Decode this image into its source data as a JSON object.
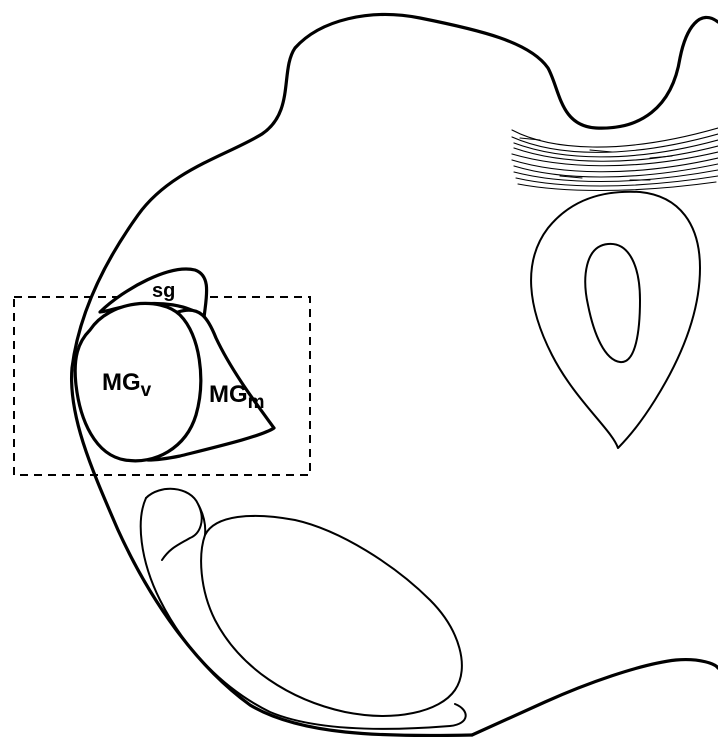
{
  "labels": {
    "sg": "sg",
    "mgv_main": "MG",
    "mgv_sub": "v",
    "mgm_main": "MG",
    "mgm_sub": "m"
  }
}
